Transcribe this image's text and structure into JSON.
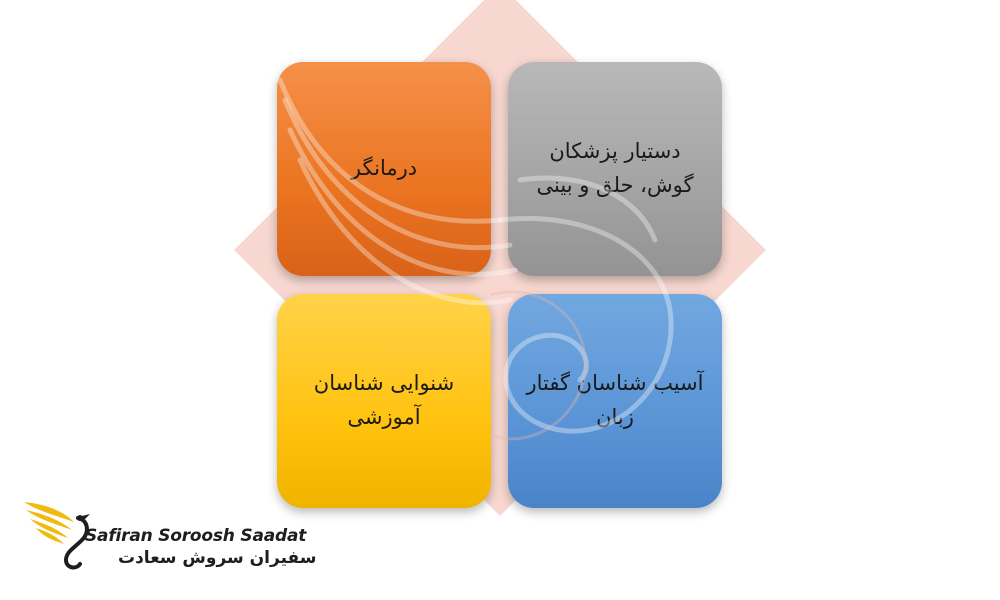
{
  "tiles": {
    "top_left": {
      "text": "درمانگر",
      "color": "#ea7420"
    },
    "top_right": {
      "text": "دستیار پزشکان گوش، حلق و بینی",
      "color": "#a3a3a3"
    },
    "bottom_left": {
      "text": "شنوایی شناسان آموزشی",
      "color": "#ffc20e"
    },
    "bottom_right": {
      "text": "آسیب شناسان گفتار زبان",
      "color": "#5a94d6"
    }
  },
  "background_diamond_color": "#f6d3cb",
  "logo": {
    "english": "Safiran Soroosh Saadat",
    "persian": "سفیران سروش سعادت",
    "accent_color": "#f2b90f",
    "icon": "wing-swan-logo-icon"
  }
}
